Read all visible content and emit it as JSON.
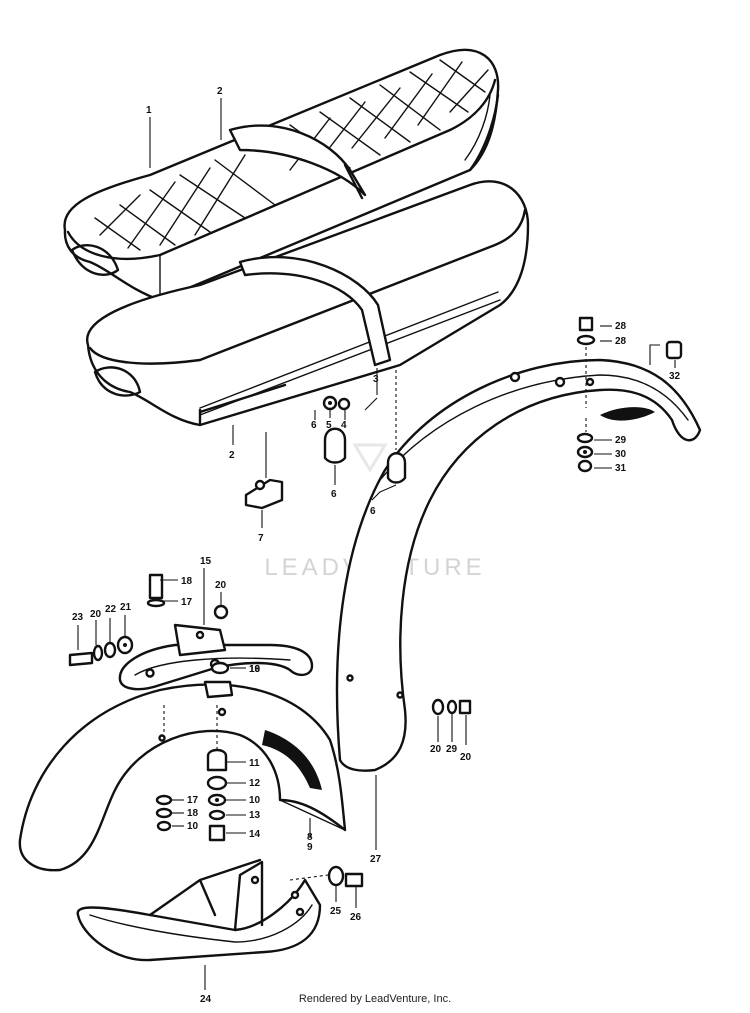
{
  "watermark": "LEADVENTURE",
  "footer": "Rendered by LeadVenture, Inc.",
  "callouts": [
    "1",
    "2",
    "2",
    "3",
    "4",
    "5",
    "6",
    "6",
    "6",
    "7",
    "8",
    "9",
    "10",
    "10",
    "11",
    "12",
    "13",
    "14",
    "15",
    "16",
    "17",
    "17",
    "18",
    "18",
    "19",
    "20",
    "20",
    "20",
    "20",
    "21",
    "22",
    "23",
    "24",
    "25",
    "26",
    "27",
    "28",
    "28",
    "29",
    "29",
    "30",
    "31",
    "32"
  ]
}
